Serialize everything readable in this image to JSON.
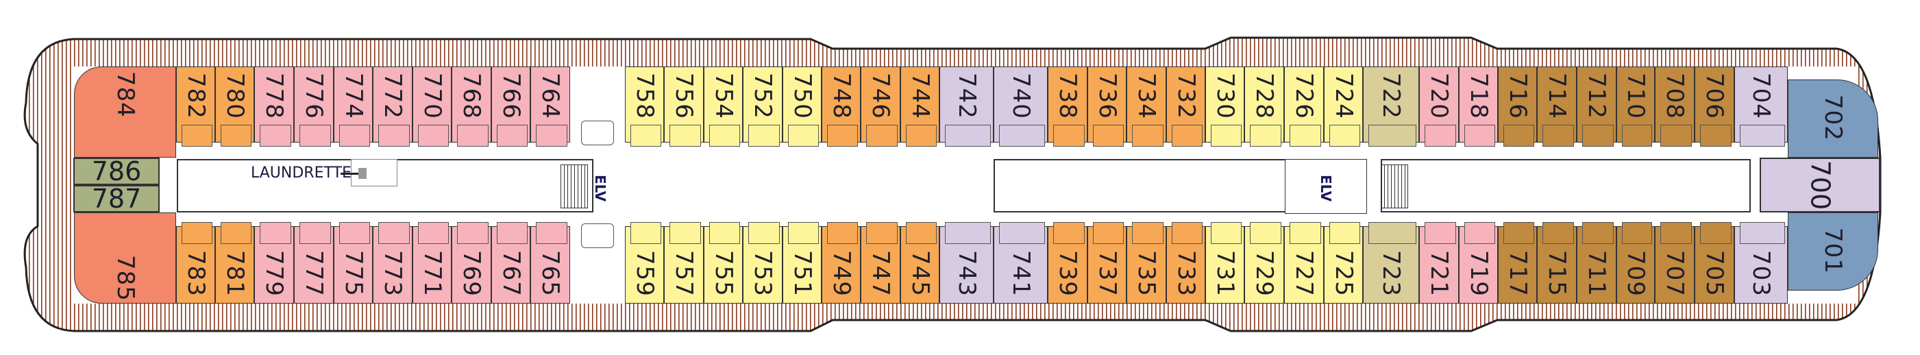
{
  "deck": {
    "colors": {
      "coral": "#f28769",
      "orange": "#f7a854",
      "pink": "#f6b3bb",
      "yellow": "#fef59b",
      "lavender": "#d7cbe3",
      "tan": "#d9cd9a",
      "brown": "#c08a40",
      "blue": "#7b9bbf",
      "green": "#a7b182",
      "hull_stripe": "#8b3a1e"
    },
    "stern": {
      "top": "784",
      "bottom": "785",
      "category": "coral"
    },
    "stern_center": [
      "786",
      "787"
    ],
    "columns": [
      {
        "top": "782",
        "bottom": "783",
        "category": "orange"
      },
      {
        "top": "780",
        "bottom": "781",
        "category": "orange"
      },
      {
        "top": "778",
        "bottom": "779",
        "category": "pink"
      },
      {
        "top": "776",
        "bottom": "777",
        "category": "pink"
      },
      {
        "top": "774",
        "bottom": "775",
        "category": "pink"
      },
      {
        "top": "772",
        "bottom": "773",
        "category": "pink"
      },
      {
        "top": "770",
        "bottom": "771",
        "category": "pink"
      },
      {
        "top": "768",
        "bottom": "769",
        "category": "pink"
      },
      {
        "top": "766",
        "bottom": "767",
        "category": "pink"
      },
      {
        "top": "764",
        "bottom": "765",
        "category": "pink"
      },
      {
        "top": "758",
        "bottom": "759",
        "category": "yellow"
      },
      {
        "top": "756",
        "bottom": "757",
        "category": "yellow"
      },
      {
        "top": "754",
        "bottom": "755",
        "category": "yellow"
      },
      {
        "top": "752",
        "bottom": "753",
        "category": "yellow"
      },
      {
        "top": "750",
        "bottom": "751",
        "category": "yellow"
      },
      {
        "top": "748",
        "bottom": "749",
        "category": "orange"
      },
      {
        "top": "746",
        "bottom": "747",
        "category": "orange"
      },
      {
        "top": "744",
        "bottom": "745",
        "category": "orange"
      },
      {
        "top": "742",
        "bottom": "743",
        "category": "lavender"
      },
      {
        "top": "740",
        "bottom": "741",
        "category": "lavender"
      },
      {
        "top": "738",
        "bottom": "739",
        "category": "orange"
      },
      {
        "top": "736",
        "bottom": "737",
        "category": "orange"
      },
      {
        "top": "734",
        "bottom": "735",
        "category": "orange"
      },
      {
        "top": "732",
        "bottom": "733",
        "category": "orange"
      },
      {
        "top": "730",
        "bottom": "731",
        "category": "yellow"
      },
      {
        "top": "728",
        "bottom": "729",
        "category": "yellow"
      },
      {
        "top": "726",
        "bottom": "727",
        "category": "yellow"
      },
      {
        "top": "724",
        "bottom": "725",
        "category": "yellow"
      },
      {
        "top": "722",
        "bottom": "723",
        "category": "tan"
      },
      {
        "top": "720",
        "bottom": "721",
        "category": "pink"
      },
      {
        "top": "718",
        "bottom": "719",
        "category": "pink"
      },
      {
        "top": "716",
        "bottom": "717",
        "category": "brown"
      },
      {
        "top": "714",
        "bottom": "715",
        "category": "brown"
      },
      {
        "top": "712",
        "bottom": "711",
        "category": "brown"
      },
      {
        "top": "710",
        "bottom": "709",
        "category": "brown"
      },
      {
        "top": "708",
        "bottom": "707",
        "category": "brown"
      },
      {
        "top": "706",
        "bottom": "705",
        "category": "brown"
      },
      {
        "top": "704",
        "bottom": "703",
        "category": "lavender"
      },
      {
        "top": "702",
        "bottom": "701",
        "category": "blue"
      }
    ],
    "bow_center": {
      "number": "700",
      "category": "lavender"
    },
    "laundrette_label": "LAUNDRETTE",
    "elevator_label": "ELV"
  }
}
